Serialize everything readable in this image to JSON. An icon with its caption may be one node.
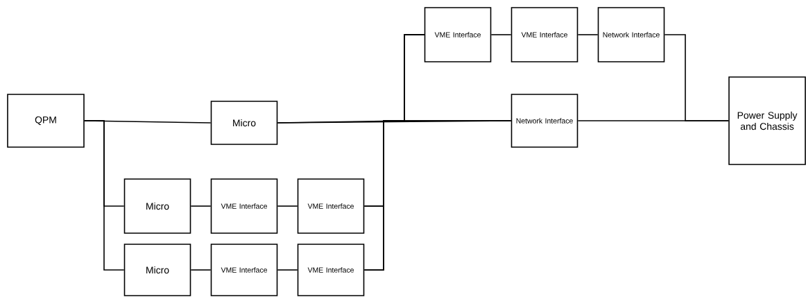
{
  "diagram": {
    "nodes": [
      {
        "text": [
          "QPM"
        ]
      },
      {
        "text": [
          "Micro"
        ]
      },
      {
        "text": [
          "Micro"
        ]
      },
      {
        "text": [
          "VME Interface"
        ]
      },
      {
        "text": [
          "VME Interface"
        ]
      },
      {
        "text": [
          "Micro"
        ]
      },
      {
        "text": [
          "VME Interface"
        ]
      },
      {
        "text": [
          "VME Interface"
        ]
      },
      {
        "text": [
          "VME Interface"
        ]
      },
      {
        "text": [
          "VME Interface"
        ]
      },
      {
        "text": [
          "Network Interface"
        ]
      },
      {
        "text": [
          "Network Interface"
        ]
      },
      {
        "text": [
          "Power Supply and Chassis"
        ]
      }
    ],
    "edges": [
      {
        "from": 0,
        "to": 1,
        "arrow": "none"
      },
      {
        "from": 0,
        "to": 2,
        "arrow": "none"
      },
      {
        "from": 0,
        "to": 5,
        "arrow": "none"
      },
      {
        "from": 2,
        "to": 3,
        "arrow": "none"
      },
      {
        "from": 3,
        "to": 4,
        "arrow": "none"
      },
      {
        "from": 5,
        "to": 6,
        "arrow": "none"
      },
      {
        "from": 6,
        "to": 7,
        "arrow": "none"
      },
      {
        "from": 1,
        "to": 8,
        "arrow": "none"
      },
      {
        "from": 1,
        "to": 11,
        "arrow": "none"
      },
      {
        "from": 4,
        "to": 8,
        "arrow": "none"
      },
      {
        "from": 4,
        "to": 11,
        "arrow": "none"
      },
      {
        "from": 7,
        "to": 8,
        "arrow": "none"
      },
      {
        "from": 7,
        "to": 11,
        "arrow": "none"
      },
      {
        "from": 8,
        "to": 9,
        "arrow": "none"
      },
      {
        "from": 9,
        "to": 10,
        "arrow": "none"
      },
      {
        "from": 10,
        "to": 12,
        "arrow": "none"
      },
      {
        "from": 11,
        "to": 12,
        "arrow": "none"
      }
    ]
  }
}
